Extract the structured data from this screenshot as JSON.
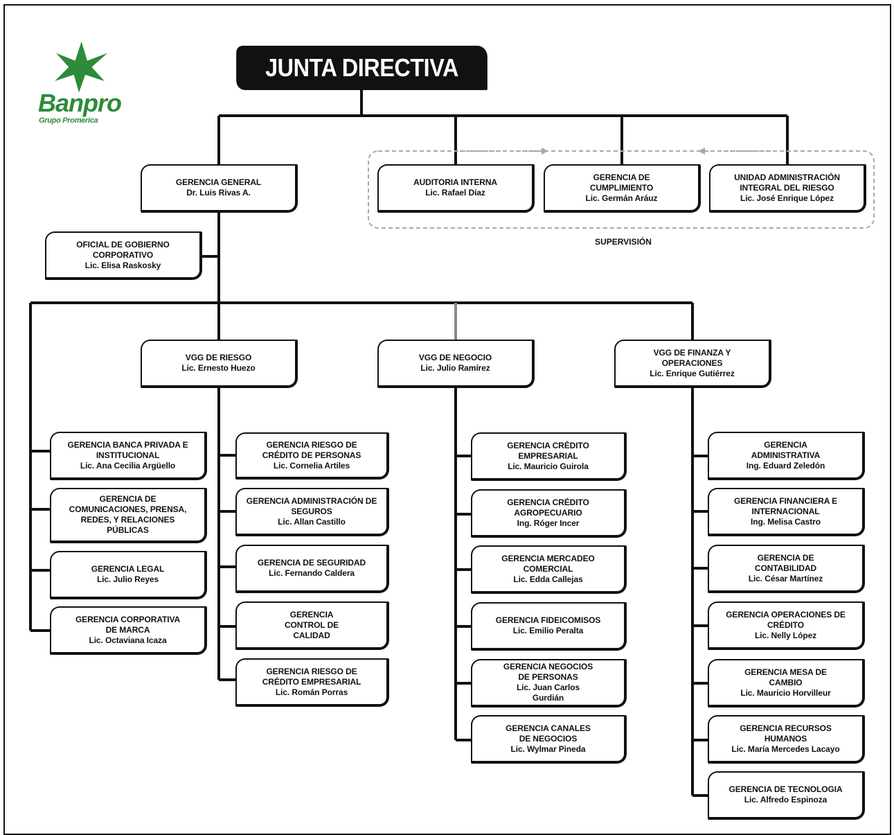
{
  "logo": {
    "name": "Banpro",
    "subtitle": "Grupo Promerica",
    "brand_color": "#2e8b3a"
  },
  "title": "JUNTA DIRECTIVA",
  "supervision_label": "SUPERVISIÓN",
  "gerencia_general": {
    "title": "GERENCIA GENERAL",
    "name": "Dr. Luis Rivas A."
  },
  "oficial_gobierno": {
    "title": "OFICIAL DE GOBIERNO CORPORATIVO",
    "name": "Lic. Elisa Raskosky"
  },
  "supervision_units": [
    {
      "title": "AUDITORIA INTERNA",
      "name": "Lic. Rafael Díaz"
    },
    {
      "title": "GERENCIA DE CUMPLIMIENTO",
      "name": "Lic. Germán Aráuz"
    },
    {
      "title": "UNIDAD ADMINISTRACIÓN INTEGRAL DEL RIESGO",
      "name": "Lic. José Enrique López"
    }
  ],
  "vggs": [
    {
      "title": "VGG DE RIESGO",
      "name": "Lic. Ernesto Huezo"
    },
    {
      "title": "VGG DE NEGOCIO",
      "name": "Lic. Julio Ramírez"
    },
    {
      "title": "VGG DE FINANZA Y OPERACIONES",
      "name": "Lic. Enrique Gutiérrez"
    }
  ],
  "direct_gerencias": [
    {
      "title": "GERENCIA BANCA PRIVADA E INSTITUCIONAL",
      "name": "Lic. Ana Cecilia Argüello"
    },
    {
      "title": "GERENCIA DE COMUNICACIONES, PRENSA, REDES, Y RELACIONES PÚBLICAS",
      "name": ""
    },
    {
      "title": "GERENCIA LEGAL",
      "name": "Lic. Julio Reyes"
    },
    {
      "title": "GERENCIA CORPORATIVA DE MARCA",
      "name": "Lic. Octaviana Icaza"
    }
  ],
  "riesgo_gerencias": [
    {
      "title": "GERENCIA RIESGO DE CRÉDITO DE PERSONAS",
      "name": "Lic. Cornelia Artiles"
    },
    {
      "title": "GERENCIA ADMINISTRACIÓN DE SEGUROS",
      "name": "Lic. Allan Castillo"
    },
    {
      "title": "GERENCIA DE SEGURIDAD",
      "name": "Lic. Fernando Caldera"
    },
    {
      "title": "GERENCIA CONTROL DE CALIDAD",
      "name": ""
    },
    {
      "title": "GERENCIA RIESGO DE CRÉDITO EMPRESARIAL",
      "name": "Lic. Román Porras"
    }
  ],
  "negocio_gerencias": [
    {
      "title": "GERENCIA CRÉDITO EMPRESARIAL",
      "name": "Lic. Mauricio Guirola"
    },
    {
      "title": "GERENCIA CRÉDITO AGROPECUARIO",
      "name": "Ing. Róger Incer"
    },
    {
      "title": "GERENCIA MERCADEO COMERCIAL",
      "name": "Lic. Edda Callejas"
    },
    {
      "title": "GERENCIA FIDEICOMISOS",
      "name": "Lic. Emilio Peralta"
    },
    {
      "title": "GERENCIA NEGOCIOS DE PERSONAS",
      "name": "Lic. Juan Carlos Gurdián"
    },
    {
      "title": "GERENCIA CANALES DE NEGOCIOS",
      "name": "Lic. Wylmar Pineda"
    }
  ],
  "finanza_gerencias": [
    {
      "title": "GERENCIA ADMINISTRATIVA",
      "name": "Ing. Eduard Zeledón"
    },
    {
      "title": "GERENCIA FINANCIERA E INTERNACIONAL",
      "name": "Ing. Melisa Castro"
    },
    {
      "title": "GERENCIA DE CONTABILIDAD",
      "name": "Lic. César Martínez"
    },
    {
      "title": "GERENCIA OPERACIONES DE CRÉDITO",
      "name": "Lic. Nelly López"
    },
    {
      "title": "GERENCIA MESA DE CAMBIO",
      "name": "Lic. Mauricio Horvilleur"
    },
    {
      "title": "GERENCIA RECURSOS HUMANOS",
      "name": "Lic. María Mercedes Lacayo"
    },
    {
      "title": "GERENCIA DE TECNOLOGIA",
      "name": "Lic. Alfredo Espinoza"
    }
  ]
}
